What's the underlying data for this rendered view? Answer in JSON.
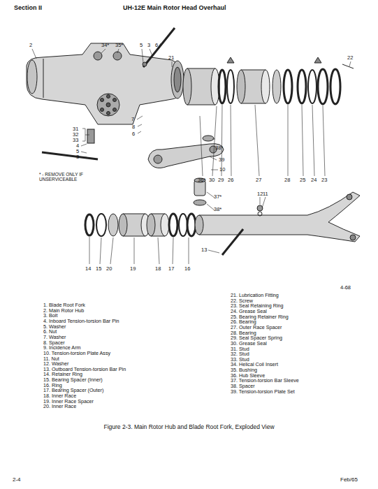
{
  "diagram": {
    "title": "UH-12E Main Rotor Head Overhaul",
    "caption": "Figure 2-3.  Main Rotor Hub and Blade Root Fork, Exploded View",
    "labels": [
      "Section II",
      "2-4",
      "Feb/65",
      "2",
      "34*",
      "35*",
      "5",
      "3",
      "6",
      "21",
      "22",
      "31",
      "32",
      "33",
      "4",
      "5",
      "3",
      "7",
      "8",
      "6",
      "36*",
      "30",
      "29",
      "26",
      "27",
      "28",
      "25",
      "24",
      "23",
      "38*",
      "39",
      "10",
      "37*",
      "38*",
      "12",
      "11",
      "14",
      "15",
      "20",
      "19",
      "18",
      "17",
      "16",
      "13",
      "* - REMOVE ONLY IF UNSERVICEABLE",
      "4-68",
      "1.  Blade Root Fork",
      "2.  Main Rotor Hub",
      "3.  Bolt",
      "4.  Inboard Tension-torsion Bar Pin",
      "5.  Washer",
      "6.  Nut",
      "7.  Washer",
      "8.  Spacer",
      "9.  Incidence Arm",
      "10.  Tension-torsion Plate Assy",
      "11.  Nut",
      "12.  Washer",
      "13.  Outboard Tension-torsion Bar Pin",
      "14.  Retainer Ring",
      "15.  Bearing Spacer (Inner)",
      "16.  Ring",
      "17.  Bearing Spacer (Outer)",
      "18.  Inner Race",
      "19.  Inner Race Spacer",
      "20.  Inner Race",
      "21.  Lubrication Fitting",
      "22.  Screw",
      "23.  Seal Retaining Ring",
      "24.  Grease Seal",
      "25.  Bearing Retainer Ring",
      "26.  Bearing",
      "27.  Outer Race Spacer",
      "28.  Bearing",
      "29.  Seal Spacer Spring",
      "30.  Grease Seal",
      "31.  Stud",
      "32.  Stud",
      "33.  Stud",
      "34.  Helical Coil Insert",
      "35.  Bushing",
      "36.  Hub Sleeve",
      "37.  Tension-torsion Bar Sleeve",
      "38.  Spacer",
      "39.  Tension-torsion Plate Set"
    ]
  }
}
